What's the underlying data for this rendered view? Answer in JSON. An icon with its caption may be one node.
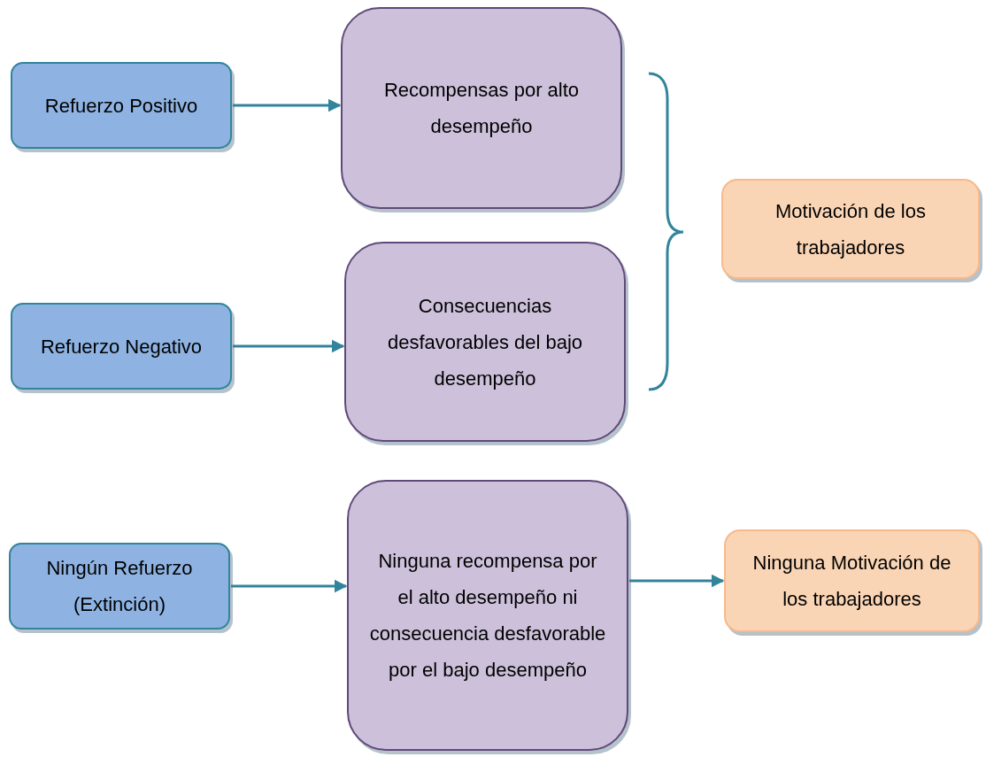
{
  "diagram": {
    "nodes": [
      {
        "text": [
          "Refuerzo Positivo"
        ]
      },
      {
        "text": [
          "Recompensas por alto desempeño"
        ]
      },
      {
        "text": [
          "Refuerzo Negativo"
        ]
      },
      {
        "text": [
          "Consecuencias desfavorables del bajo desempeño"
        ]
      },
      {
        "text": [
          "Motivación de los trabajadores"
        ]
      },
      {
        "text": [
          "Ningún Refuerzo (Extinción)"
        ]
      },
      {
        "text": [
          "Ninguna recompensa por el alto desempeño ni consecuencia desfavorable por el bajo desempeño"
        ]
      },
      {
        "text": [
          "Ninguna Motivación de los trabajadores"
        ]
      }
    ],
    "edges": [
      {
        "from": 0,
        "to": 1,
        "arrow": "to"
      },
      {
        "from": 2,
        "to": 3,
        "arrow": "to"
      },
      {
        "from": 5,
        "to": 6,
        "arrow": "to"
      },
      {
        "from": 6,
        "to": 7,
        "arrow": "to"
      }
    ]
  }
}
